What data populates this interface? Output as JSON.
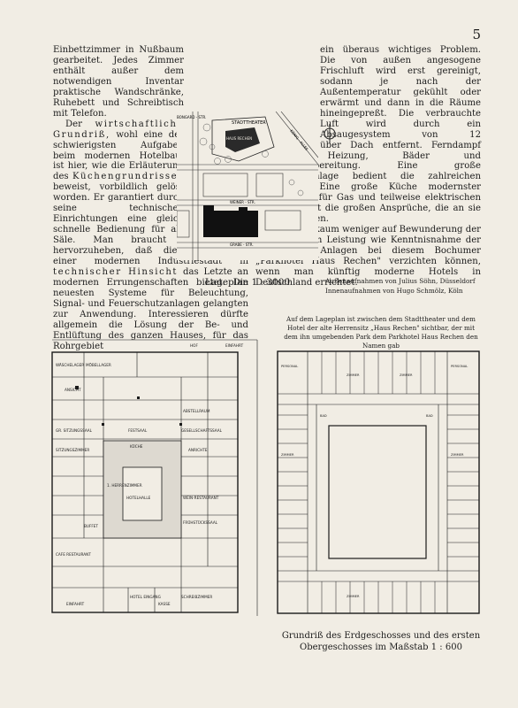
{
  "page": {
    "number": "5"
  },
  "article": {
    "p1": "Einbettzimmer in Nußbaum gearbeitet. Jedes Zimmer enthält außer dem notwendigen Inventar praktische Wandschränke, Ruhebett und Schreibtisch mit Telefon.",
    "p2_start": "Der ",
    "p2_sp1": "wirtschaftliche Grundriß,",
    "p2_mid1": " wohl eine der schwierigsten Aufgaben beim modernen Hotelbau, ist hier, wie die Erläuterung des ",
    "p2_sp2": "Küchengrundrisses",
    "p2_mid2": " beweist, vorbildlich gelöst worden. Er garantiert durch seine technischen Einrichtungen eine gleich schnelle Bedienung für alle Räume und Säle. Man braucht wohl kaum hervorzuheben, daß dieses Großhotel einer modernen Industriestadt in ",
    "p2_sp3": "technischer Hinsicht",
    "p2_end": " das Letzte an modernen Errungenschaften bietet. Die neuesten Systeme für Beleuchtung, Signal- und Feuerschutzanlagen gelangten zur Anwendung. Interessieren dürfte allgemein die Lösung der Be- und Entlüftung des ganzen Hauses, für das Rohrgebiet",
    "p3": "ein überaus wichtiges Problem. Die von außen angesogene Frischluft wird erst gereinigt, sodann je nach der Außentemperatur gekühlt oder erwärmt und dann in die Räume hineingepreßt. Die verbrauchte Luft wird durch ein Absaugesystem von 12 Ventilatoren über Dach entfernt. Ferndampf versorgt Heizung, Bäder und Warmwasserbereitung. Eine große Zentralkühlanlage bedient die zahlreichen Kühlräume. Eine große Küche modernster Konstruktion für Gas und teilweise elektrischen Betrieb erfüllt die großen Ansprüche, die an sie gestellt werden.",
    "p4": "Man wird kaum weniger auf Bewunderung der künstlerischen Leistung wie Kenntnisnahme der technischen Anlagen bei diesem Bochumer „Parkhotel Haus Rechen\" verzichten können, wenn man künftig moderne Hotels in Deutschland errichtet."
  },
  "site_plan": {
    "caption": "Lageplan 1 : 3000",
    "labels": {
      "stadttheater": "STADTTHEATER",
      "haus_rechen": "HAUS RECHEN",
      "bongard": "BONGARD - STR.",
      "koenig": "KÖNIG - ALLEE",
      "weiner": "WEINER - STR.",
      "grabe": "GRABE - STR."
    }
  },
  "credits": {
    "line1": "Außenaufnahmen von Julius Söhn, Düsseldorf",
    "line2": "Innenaufnahmen von Hugo Schmölz, Köln"
  },
  "plan_note": "Auf dem Lageplan ist zwischen dem Stadttheater und dem Hotel der alte Herrensitz „Haus Rechen\" sichtbar, der mit dem ihn umgebenden Park dem Parkhotel Haus Rechen den Namen gab",
  "ground_floor": {
    "labels": {
      "hof": "HOF",
      "einfahrt": "EINFAHRT",
      "waschelager": "WÄSCHELAGER",
      "moebellager": "MÖBELLAGER",
      "ansicht": "ANSICHT",
      "abstellraum": "ABSTELLRAUM",
      "sitzungssaal": "GR. SITZUNGSSAAL",
      "festsaal": "FESTSAAL",
      "gesellschaftssaal": "GESELLSCHAFTSSAAL",
      "sitzungszimmer": "SITZUNGSZIMMER",
      "anrichte": "ANRICHTE",
      "kuche": "KÜCHE",
      "kl_herrenzimmer": "1. HERRENZIMMER",
      "wein_restaurant": "WEIN-RESTAURANT",
      "hotelhalle": "HOTELHALLE",
      "fruehstueckssaal": "FRÜHSTÜCKSSAAL",
      "cafe_restaurant": "CAFE RESTAURANT",
      "buffet": "BUFFET",
      "hotel_eingang": "HOTEL EINGANG",
      "schreibzimmer": "SCHREIBZIMMER",
      "kasse": "KASSE",
      "einfahrt2": "EINFAHRT"
    }
  },
  "upper_floor": {
    "labels": {
      "zimmer": "ZIMMER",
      "personal": "PERSONAL",
      "bad": "BAD"
    }
  },
  "caption": {
    "line1": "Grundriß des Erdgeschosses und des ersten Obergeschosses im Maßstab 1 : 600"
  }
}
